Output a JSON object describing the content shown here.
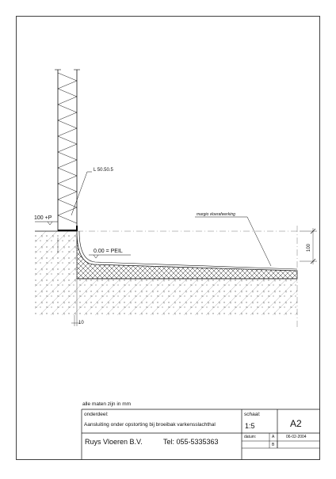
{
  "drawing": {
    "labels": {
      "angle_profile": "L 50.50.5",
      "floor_finish": "margio vloerafwerking",
      "level_top": "100 +P",
      "level_zero": "0.00 = PEIL",
      "dim_height": "100",
      "dim_bottom": "10"
    }
  },
  "note": "alle maten zijn in mm",
  "title_block": {
    "part_label": "onderdeel:",
    "part_value": "Aansluiting onder opstorting bij broeibak varkensslachthal",
    "scale_label": "schaal:",
    "scale_value": "1:5",
    "sheet_number": "A2",
    "company": "Ruys Vloeren B.V.",
    "phone": "Tel: 055-5335363",
    "date_label": "datum:",
    "rev_a": "A",
    "rev_a_date": "06-02-2004",
    "rev_b": "B"
  }
}
